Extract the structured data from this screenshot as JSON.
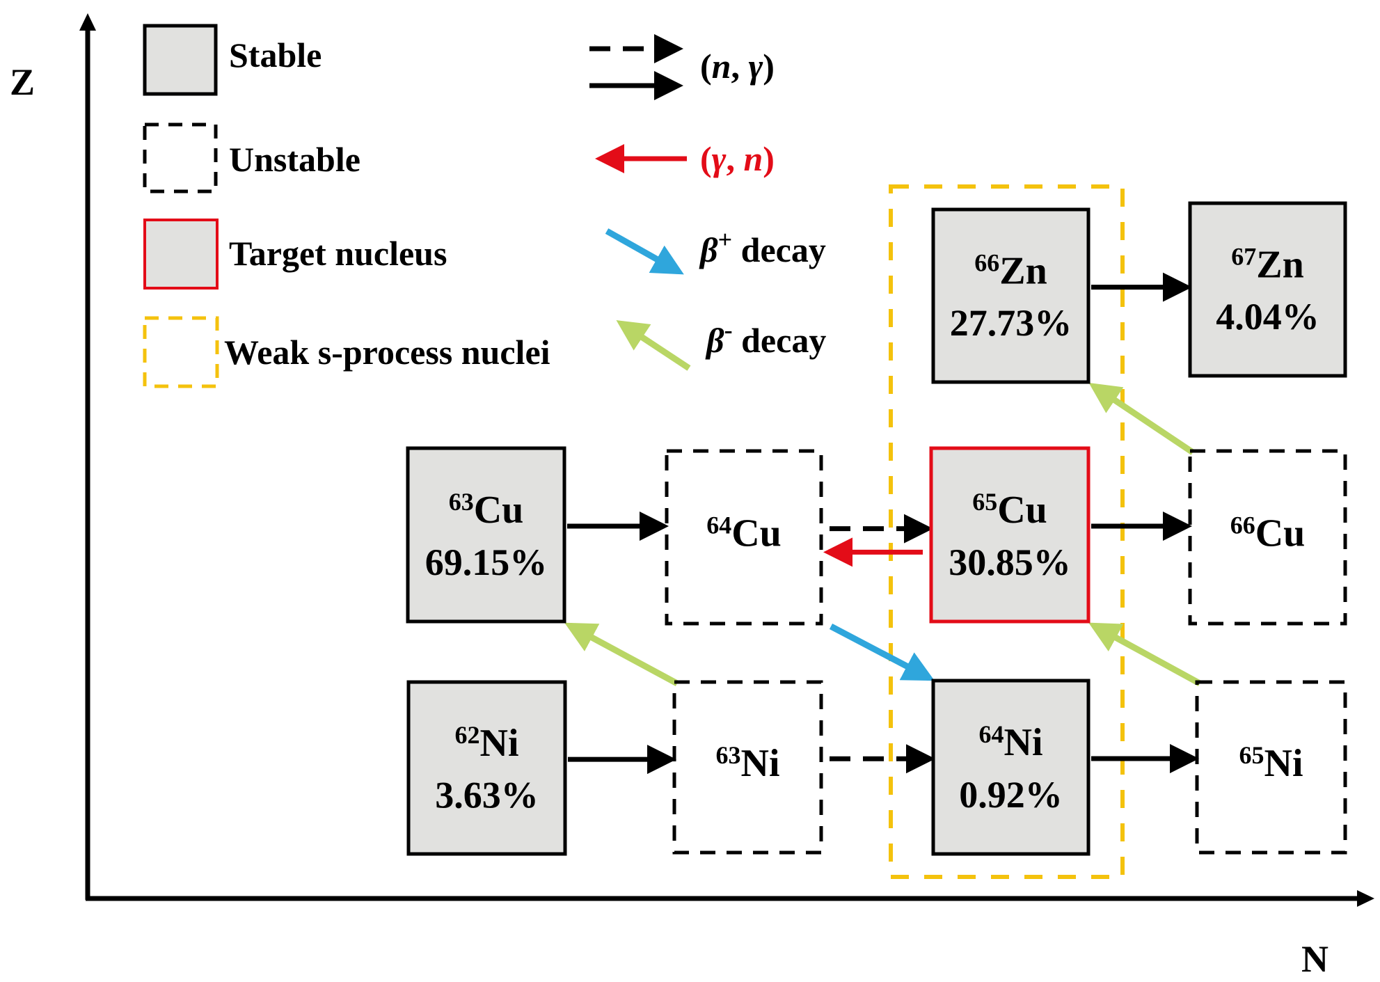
{
  "axes": {
    "y_label": "Z",
    "x_label": "N"
  },
  "legend": {
    "boxes": [
      {
        "key": "stable",
        "label": "Stable"
      },
      {
        "key": "unstable",
        "label": "Unstable"
      },
      {
        "key": "target",
        "label": "Target nucleus"
      },
      {
        "key": "weak",
        "label": "Weak s-process nuclei"
      }
    ],
    "arrows": [
      {
        "key": "n_gamma",
        "label_open": "(",
        "label_a": "n",
        "label_sep": ", ",
        "label_b": "γ",
        "label_close": ")"
      },
      {
        "key": "gamma_n",
        "label_open": "(",
        "label_a": "γ",
        "label_sep": ", ",
        "label_b": "n",
        "label_close": ")"
      },
      {
        "key": "beta_plus",
        "symbol": "β",
        "charge": "+",
        "label": " decay"
      },
      {
        "key": "beta_minus",
        "symbol": "β",
        "charge": "-",
        "label": " decay"
      }
    ]
  },
  "colors": {
    "stable_fill": "#e1e1df",
    "target_border": "#e30c18",
    "weak_border": "#f4c20d",
    "gamma_n_arrow": "#e30c18",
    "beta_plus_arrow": "#2fa6dc",
    "beta_minus_arrow": "#b9d665"
  },
  "nuclei": [
    {
      "id": "zn66",
      "mass": "66",
      "symbol": "Zn",
      "abundance": "27.73%",
      "type": "stable"
    },
    {
      "id": "zn67",
      "mass": "67",
      "symbol": "Zn",
      "abundance": "4.04%",
      "type": "stable"
    },
    {
      "id": "cu63",
      "mass": "63",
      "symbol": "Cu",
      "abundance": "69.15%",
      "type": "stable"
    },
    {
      "id": "cu64",
      "mass": "64",
      "symbol": "Cu",
      "abundance": "",
      "type": "unstable"
    },
    {
      "id": "cu65",
      "mass": "65",
      "symbol": "Cu",
      "abundance": "30.85%",
      "type": "target"
    },
    {
      "id": "cu66",
      "mass": "66",
      "symbol": "Cu",
      "abundance": "",
      "type": "unstable"
    },
    {
      "id": "ni62",
      "mass": "62",
      "symbol": "Ni",
      "abundance": "3.63%",
      "type": "stable"
    },
    {
      "id": "ni63",
      "mass": "63",
      "symbol": "Ni",
      "abundance": "",
      "type": "unstable"
    },
    {
      "id": "ni64",
      "mass": "64",
      "symbol": "Ni",
      "abundance": "0.92%",
      "type": "stable"
    },
    {
      "id": "ni65",
      "mass": "65",
      "symbol": "Ni",
      "abundance": "",
      "type": "unstable"
    }
  ],
  "transitions": [
    {
      "from": "zn66",
      "to": "zn67",
      "kind": "n_gamma",
      "style": "solid"
    },
    {
      "from": "cu63",
      "to": "cu64",
      "kind": "n_gamma",
      "style": "solid"
    },
    {
      "from": "cu64",
      "to": "cu65",
      "kind": "n_gamma",
      "style": "dashed"
    },
    {
      "from": "cu65",
      "to": "cu64",
      "kind": "gamma_n"
    },
    {
      "from": "cu65",
      "to": "cu66",
      "kind": "n_gamma",
      "style": "solid"
    },
    {
      "from": "ni62",
      "to": "ni63",
      "kind": "n_gamma",
      "style": "solid"
    },
    {
      "from": "ni63",
      "to": "ni64",
      "kind": "n_gamma",
      "style": "dashed"
    },
    {
      "from": "ni64",
      "to": "ni65",
      "kind": "n_gamma",
      "style": "solid"
    },
    {
      "from": "cu64",
      "to": "ni64",
      "kind": "beta_plus"
    },
    {
      "from": "ni63",
      "to": "cu63",
      "kind": "beta_minus"
    },
    {
      "from": "ni65",
      "to": "cu65",
      "kind": "beta_minus"
    },
    {
      "from": "cu66",
      "to": "zn66",
      "kind": "beta_minus"
    }
  ],
  "weak_group": [
    "zn66",
    "cu65",
    "ni64"
  ]
}
